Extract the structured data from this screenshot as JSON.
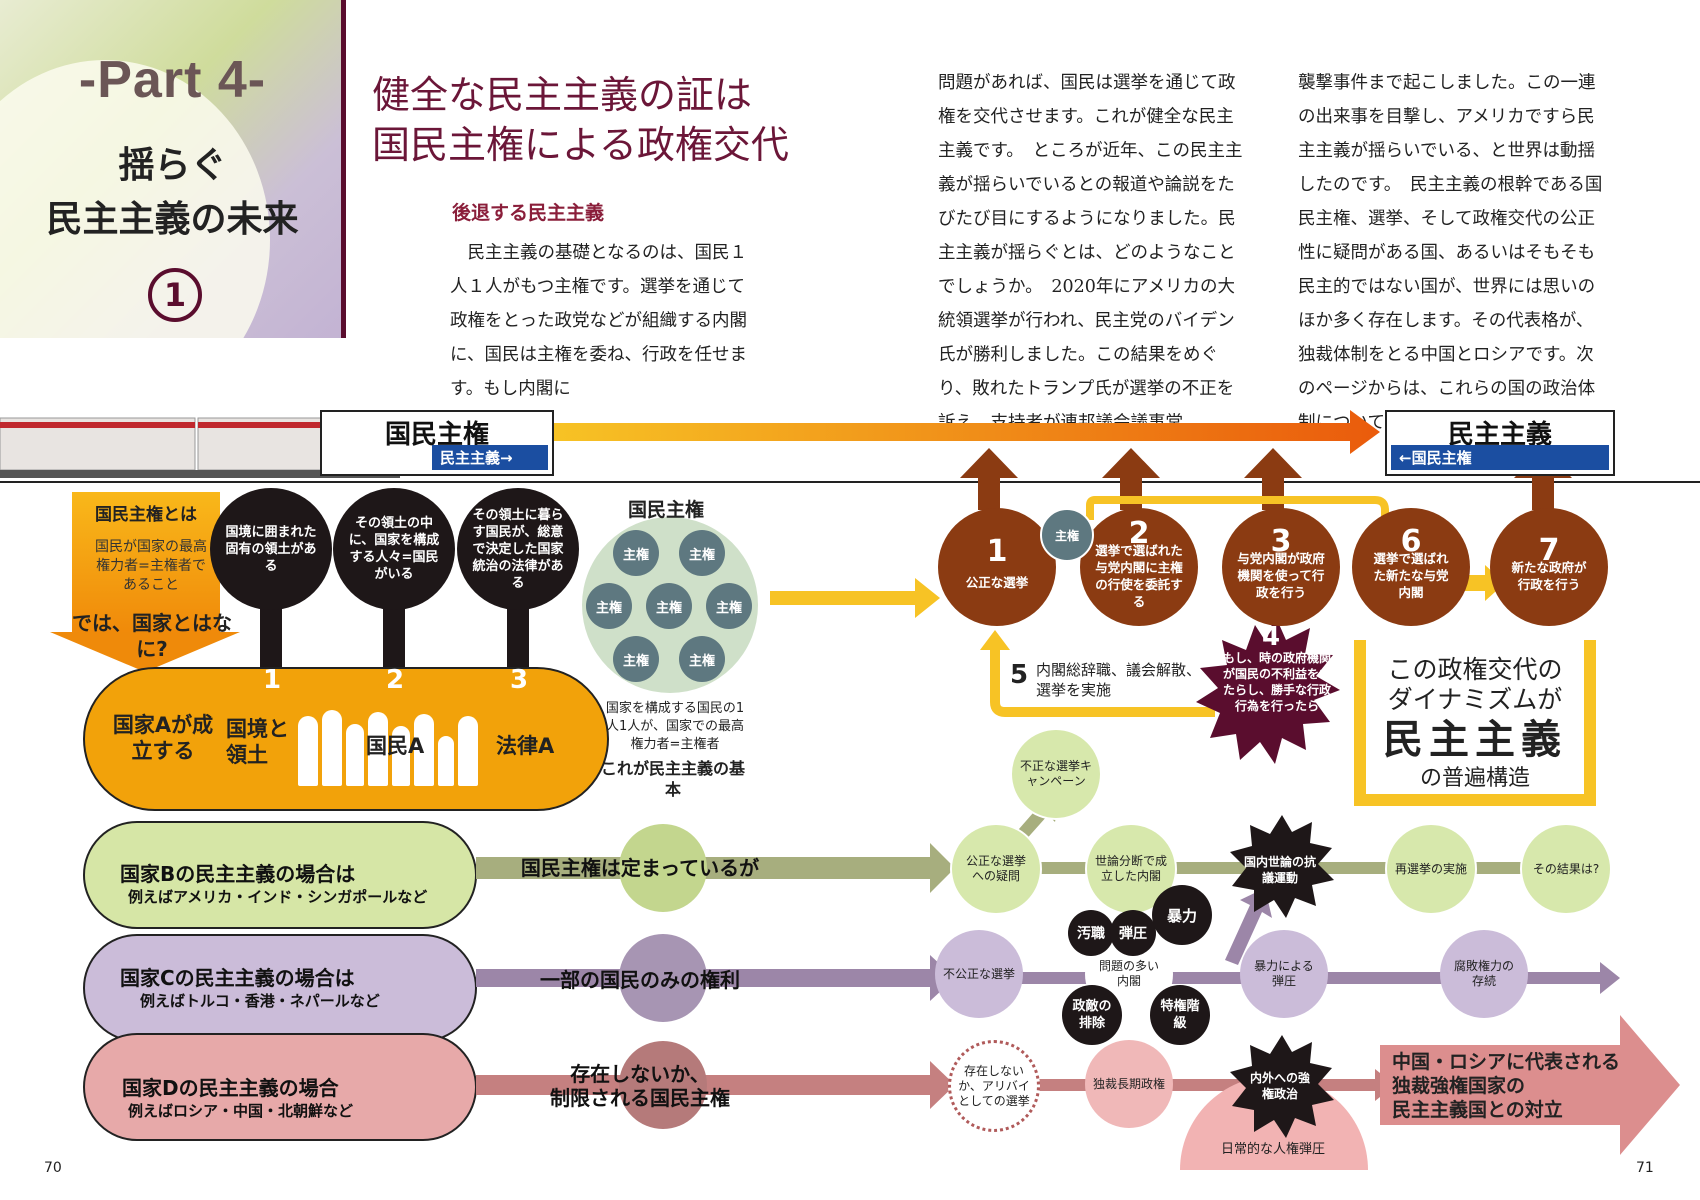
{
  "part": {
    "label": "-Part 4-",
    "title_line1": "揺らぐ",
    "title_line2": "民主主義の未来",
    "number": "1"
  },
  "heading": {
    "line1": "健全な民主主義の証は",
    "line2": "国民主権による政権交代"
  },
  "subheading": "後退する民主主義",
  "body": {
    "col1": "　民主主義の基礎となるのは、国民１人１人がもつ主権です。選挙を通じて政権をとった政党などが組織する内閣に、国民は主権を委ね、行政を任せます。もし内閣に",
    "col2": "問題があれば、国民は選挙を通じて政権を交代させます。これが健全な民主主義です。　ところが近年、この民主主義が揺らいでいるとの報道や論説をたびたび目にするようになりました。民主主義が揺らぐとは、どのようなことでしょうか。　2020年にアメリカの大統領選挙が行われ、民主党のバイデン氏が勝利しました。この結果をめぐり、敗れたトランプ氏が選挙の不正を訴え、支持者が連邦議会議事堂",
    "col3": "襲撃事件まで起こしました。この一連の出来事を目撃し、アメリカですら民主主義が揺らいでいる、と世界は動揺したのです。　民主主義の根幹である国民主権、選挙、そして政権交代の公正性に疑問がある国、あるいはそもそも民主的ではない国が、世界には思いのほか多く存在します。その代表格が、独裁体制をとる中国とロシアです。次のページからは、これらの国の政治体制について見てみましょう。"
  },
  "stations": {
    "left": {
      "name": "国民主権",
      "sign": "民主主義→"
    },
    "right": {
      "name": "民主主義",
      "sign": "←国民主権"
    }
  },
  "kokumin_box": {
    "title": "国民主権とは",
    "desc": "国民が国家の最高権力者=主権者であること",
    "question": "では、国家とはなに?"
  },
  "conditions": [
    {
      "text": "国境に囲まれた固有の領土がある",
      "num": "1"
    },
    {
      "text": "その領土の中に、国家を構成する人々=国民がいる",
      "num": "2"
    },
    {
      "text": "その領土に暮らす国民が、総意で決定した国家統治の法律がある",
      "num": "3"
    }
  ],
  "state_a": {
    "title": "国家Aが成立する",
    "item1": "国境と領土",
    "item2": "国民A",
    "item3": "法律A"
  },
  "sovereignty": {
    "title": "国民主権",
    "token": "主権",
    "desc": "国家を構成する国民の1人1人が、国家での最高権力者=主権者",
    "emph": "これが民主主義の基本"
  },
  "cycle": {
    "steps": [
      {
        "num": "1",
        "text": "公正な選挙"
      },
      {
        "num": "2",
        "text": "選挙で選ばれた与党内閣に主権の行使を委託する"
      },
      {
        "num": "3",
        "text": "与党内閣が政府機関を使って行政を行う"
      },
      {
        "num": "6",
        "text": "選挙で選ばれた新たな与党内閣"
      },
      {
        "num": "7",
        "text": "新たな政府が行政を行う"
      }
    ],
    "token": "主権",
    "step4_num": "4",
    "step4_text": "もし、時の政府機関が国民の不利益をもたらし、勝手な行政行為を行ったら",
    "step5_num": "5",
    "step5_text": "内閣総辞職、議会解散、選挙を実施",
    "dyn_line1": "この政権交代の",
    "dyn_line2": "ダイナミズムが",
    "dyn_line3": "民主主義",
    "dyn_line4": "の普遍構造"
  },
  "state_b": {
    "title": "国家Bの民主主義の場合は",
    "sub": "例えばアメリカ・インド・シンガポールなど",
    "band": "国民主権は定まっているが",
    "flow": [
      "公正な選挙への疑問",
      "世論分断で成立した内閣",
      "国内世論の抗議運動",
      "再選挙の実施",
      "その結果は?"
    ],
    "branch": "不正な選挙キャンペーン"
  },
  "state_c": {
    "title": "国家Cの民主主義の場合は",
    "sub": "例えばトルコ・香港・ネパールなど",
    "band": "一部の国民のみの権利",
    "flow": [
      "不公正な選挙",
      "問題の多い内閣",
      "暴力による弾圧",
      "腐敗権力の存続"
    ],
    "issues": [
      "汚職",
      "弾圧",
      "暴力",
      "政敵の排除",
      "特権階級"
    ]
  },
  "state_d": {
    "title": "国家Dの民主主義の場合",
    "sub": "例えばロシア・中国・北朝鮮など",
    "band_line1": "存在しないか、",
    "band_line2": "制限される国民主権",
    "flow": [
      "存在しないか、アリバイとしての選挙",
      "独裁長期政権",
      "内外への強権政治"
    ],
    "oppression": "日常的な人権弾圧",
    "result_line1": "中国・ロシアに代表される",
    "result_line2": "独裁強権国家の",
    "result_line3": "民主主義国との対立"
  },
  "pages": {
    "left": "70",
    "right": "71"
  },
  "colors": {
    "accent": "#6b1638",
    "brown": "#8b3b12",
    "orange": "#f2a20a",
    "yellow": "#f7c325",
    "green": "#d7e8ac",
    "purple": "#cbbcd9",
    "pink": "#e7a9a9"
  }
}
